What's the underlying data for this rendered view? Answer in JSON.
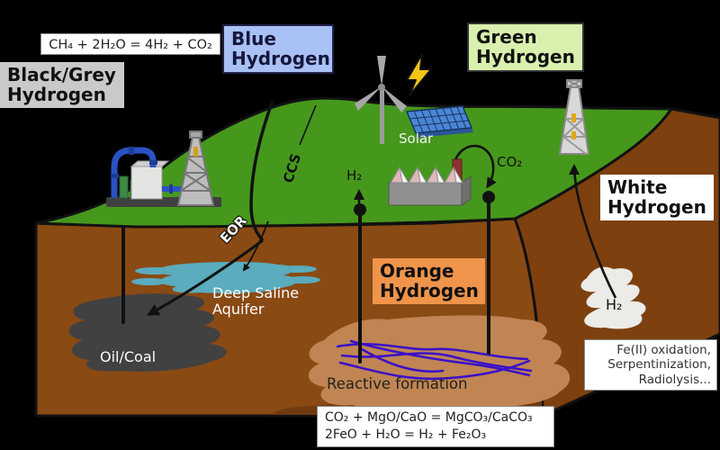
{
  "scene": {
    "boxes": {
      "formula_top": "CH₄ + 2H₂O = 4H₂ + CO₂",
      "black_grey": "Black/Grey Hydrogen",
      "blue": "Blue Hydrogen",
      "green": "Green Hydrogen",
      "white": "White Hydrogen",
      "orange": "Orange Hydrogen",
      "mechanisms": {
        "line1": "Fe(II) oxidation,",
        "line2": "Serpentinization,",
        "line3": "Radiolysis..."
      },
      "formula_bottom": {
        "line1": "CO₂ + MgO/CaO = MgCO₃/CaCO₃",
        "line2": "2FeO + H₂O = H₂ + Fe₂O₃"
      }
    },
    "annotations": {
      "solar": "Solar",
      "co2": "CO₂",
      "h2_well": "H₂",
      "h2_deposit": "H₂",
      "ccs": "CCS",
      "eor": "EOR",
      "deep_saline_aquifer": "Deep Saline Aquifer",
      "oil_coal": "Oil/Coal",
      "reactive_formation": "Reactive formation"
    },
    "icons": [
      "refinery-plant-icon",
      "oil-derrick-icon",
      "wind-turbine-icon",
      "lightning-bolt-icon",
      "solar-panel-icon",
      "factory-icon",
      "drilling-derrick-icon"
    ],
    "colors": {
      "background": "#000000",
      "grass": "#46981c",
      "earth_front": "#8a4a14",
      "earth_side": "#7d400e",
      "earth_layer": "#6f3a10",
      "oil_blob": "#414141",
      "aquifer": "#5aacbe",
      "reactive_blob": "#c08552",
      "h2_blob": "#ecebe7",
      "veins": "#3a10c8",
      "box_black_grey": "#c9c9c9",
      "box_blue": "#a9c1f5",
      "box_blue_text": "#16163c",
      "box_green": "#d9f0ae",
      "box_orange": "#ef944a",
      "box_white": "#ffffff"
    }
  }
}
